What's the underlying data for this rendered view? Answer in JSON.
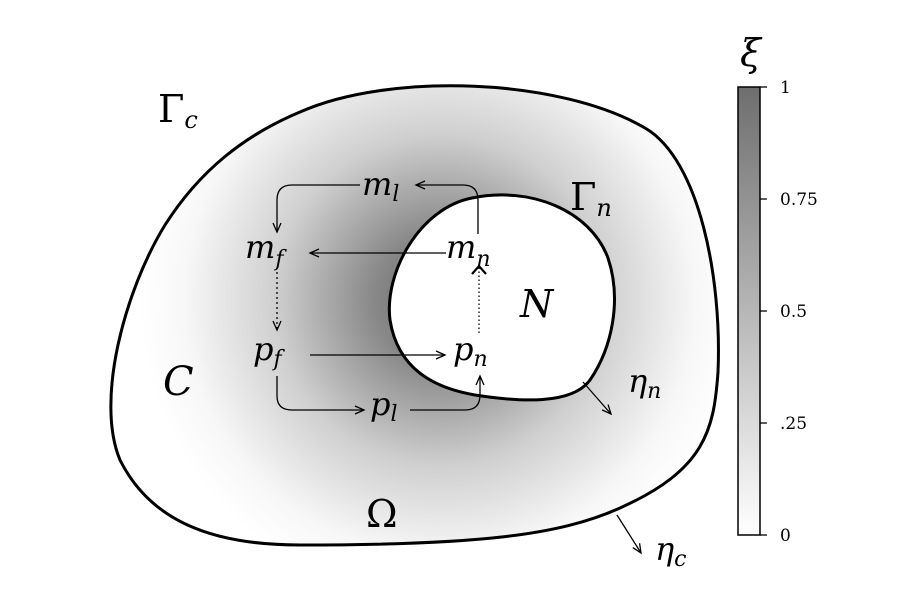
{
  "labels": {
    "gamma_c": {
      "base": "Γ",
      "sub": "c"
    },
    "gamma_n": {
      "base": "Γ",
      "sub": "n"
    },
    "omega": "Ω",
    "cal_c": "C",
    "cal_n": "N",
    "eta_n": {
      "base": "η",
      "sub": "n"
    },
    "eta_c": {
      "base": "η",
      "sub": "c"
    },
    "m_l": {
      "base": "m",
      "sub": "l"
    },
    "m_f": {
      "base": "m",
      "sub": "f"
    },
    "m_n": {
      "base": "m",
      "sub": "n"
    },
    "p_f": {
      "base": "p",
      "sub": "f"
    },
    "p_n": {
      "base": "p",
      "sub": "n"
    },
    "p_l": {
      "base": "p",
      "sub": "l"
    }
  },
  "colorbar": {
    "title": "ξ",
    "ticks": [
      "1",
      "0.75",
      "0.5",
      ".25",
      "0"
    ],
    "color_top": "#6e6e6e",
    "color_bottom": "#ffffff"
  },
  "colors": {
    "shade_dark": "#7a7a7a",
    "shade_light": "#ffffff",
    "line": "#000000"
  }
}
